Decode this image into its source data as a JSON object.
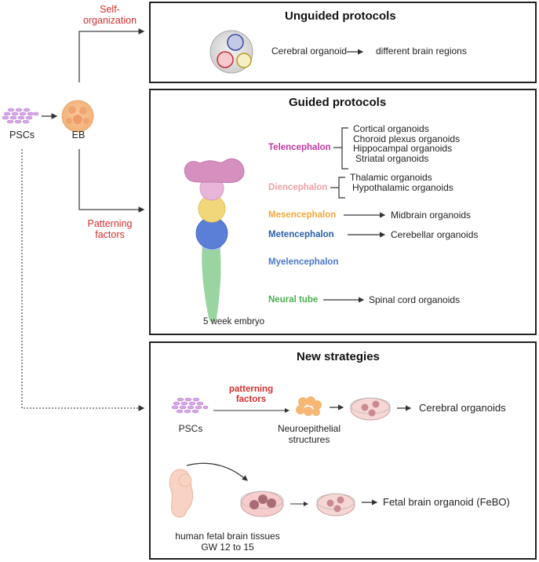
{
  "left_flow": {
    "pscs_label": "PSCs",
    "eb_label": "EB",
    "self_organization_label": [
      "Self-",
      "organization"
    ],
    "patterning_factors_label": [
      "Patterning",
      "factors"
    ]
  },
  "unguided": {
    "title": "Unguided protocols",
    "source_label": "Cerebral organoid",
    "target_label": "different brain regions"
  },
  "guided": {
    "title": "Guided protocols",
    "embryo_caption": "5 week embryo",
    "regions": [
      {
        "name": "Telencephalon",
        "color": "#c2389e",
        "outputs": [
          "Cortical organoids",
          "Choroid plexus organoids",
          "Hippocampal organoids",
          "Striatal organoids"
        ]
      },
      {
        "name": "Diencephalon",
        "color": "#f0a0a8",
        "outputs": [
          "Thalamic organoids",
          "Hypothalamic organoids"
        ]
      },
      {
        "name": "Mesencephalon",
        "color": "#f2a93b",
        "outputs": [
          "Midbrain organoids"
        ]
      },
      {
        "name": "Metencephalon",
        "color": "#2a5ea8",
        "outputs": [
          "Cerebellar organoids"
        ]
      },
      {
        "name": "Myelencephalon",
        "color": "#4a78c8",
        "outputs": []
      },
      {
        "name": "Neural tube",
        "color": "#4caf50",
        "outputs": [
          "Spinal cord organoids"
        ]
      }
    ]
  },
  "new_strategies": {
    "title": "New strategies",
    "row1": {
      "start_label": "PSCs",
      "arrow_label": [
        "patterning",
        "factors"
      ],
      "intermediate_label": [
        "Neuroepithelial",
        "structures"
      ],
      "result_label": "Cerebral organoids"
    },
    "row2": {
      "source_label": [
        "human fetal brain tissues",
        "GW 12 to 15"
      ],
      "result_label": "Fetal brain organoid (FeBO)"
    }
  },
  "colors": {
    "red_accent": "#d32f2f",
    "border": "#222222"
  }
}
